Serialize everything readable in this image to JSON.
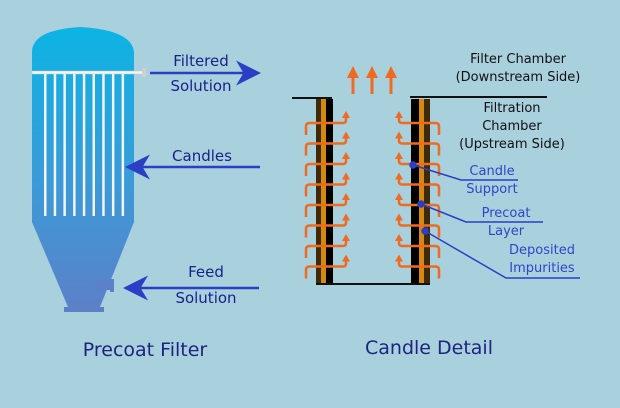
{
  "diagram": {
    "left_title": "Precoat Filter",
    "right_title": "Candle Detail",
    "left_labels": {
      "filtered_line1": "Filtered",
      "filtered_line2": "Solution",
      "candles": "Candles",
      "feed_line1": "Feed",
      "feed_line2": "Solution"
    },
    "chamber_labels": {
      "filter_chamber_line1": "Filter Chamber",
      "filter_chamber_line2": "(Downstream Side)",
      "filtration_line1": "Filtration",
      "filtration_line2": "Chamber",
      "filtration_line3": "(Upstream Side)"
    },
    "callouts": {
      "candle_support_line1": "Candle",
      "candle_support_line2": "Support",
      "precoat_line1": "Precoat",
      "precoat_line2": "Layer",
      "deposited_line1": "Deposited",
      "deposited_line2": "Impurities"
    },
    "candle_count": 9,
    "flow_rows": 8,
    "colors": {
      "background": "#a8d0dd",
      "vessel_top": "#0cb4e4",
      "vessel_bottom": "#5a84cc",
      "arrow_blue": "#2a3fc4",
      "flow_orange": "#f06a20",
      "precoat": "#d48a10",
      "impurities": "#3e2a0a",
      "support": "#000000"
    }
  }
}
